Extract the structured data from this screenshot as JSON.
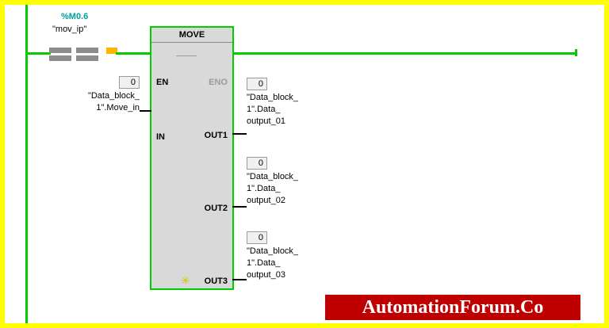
{
  "diagram": {
    "type": "ladder-logic-move-instruction",
    "block": {
      "title": "MOVE",
      "inputs": [
        {
          "name": "EN",
          "label": "EN"
        },
        {
          "name": "IN",
          "label": "IN"
        }
      ],
      "outputs": [
        {
          "name": "ENO",
          "label": "ENO"
        },
        {
          "name": "OUT1",
          "label": "OUT1"
        },
        {
          "name": "OUT2",
          "label": "OUT2"
        },
        {
          "name": "OUT3",
          "label": "OUT3"
        }
      ]
    },
    "contact": {
      "address": "%M0.6",
      "symbol": "\"mov_ip\""
    },
    "operands": {
      "in": {
        "value": "0",
        "line1": "\"Data_block_",
        "line2": "1\".Move_in"
      },
      "out1": {
        "value": "0",
        "line1": "\"Data_block_",
        "line2": "1\".Data_",
        "line3": "output_01"
      },
      "out2": {
        "value": "0",
        "line1": "\"Data_block_",
        "line2": "1\".Data_",
        "line3": "output_02"
      },
      "out3": {
        "value": "0",
        "line1": "\"Data_block_",
        "line2": "1\".Data_",
        "line3": "output_03"
      }
    },
    "icons": {
      "sparkle": "✳"
    }
  },
  "watermark": {
    "text": "AutomationForum.Co"
  },
  "colors": {
    "power_rail": "#00cc00",
    "block_fill": "#d9d9d9",
    "address_text": "#00a0a0",
    "watermark_bg": "#c00000",
    "frame": "#ffff00"
  }
}
